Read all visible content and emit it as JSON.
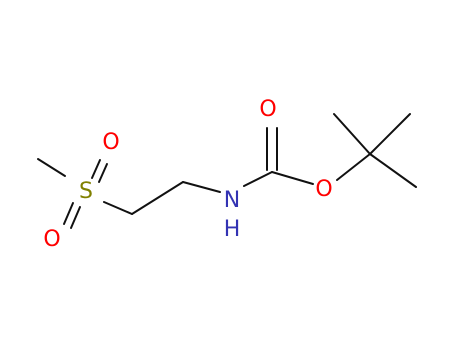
{
  "molecule": {
    "atoms": [
      {
        "id": "S1",
        "symbol": "S",
        "color": "#808000"
      },
      {
        "id": "O_s_top",
        "symbol": "O",
        "color": "#ff0000"
      },
      {
        "id": "O_s_bottom",
        "symbol": "O",
        "color": "#ff0000"
      },
      {
        "id": "N1",
        "symbol": "N",
        "color": "#3333b3"
      },
      {
        "id": "H1",
        "symbol": "H",
        "color": "#3333b3"
      },
      {
        "id": "O_carbonyl",
        "symbol": "O",
        "color": "#ff0000"
      },
      {
        "id": "O_ester",
        "symbol": "O",
        "color": "#ff0000"
      }
    ],
    "colors": {
      "bond": "#111111",
      "sulfur": "#808000",
      "oxygen": "#ff0000",
      "nitrogen": "#3333b3"
    }
  }
}
